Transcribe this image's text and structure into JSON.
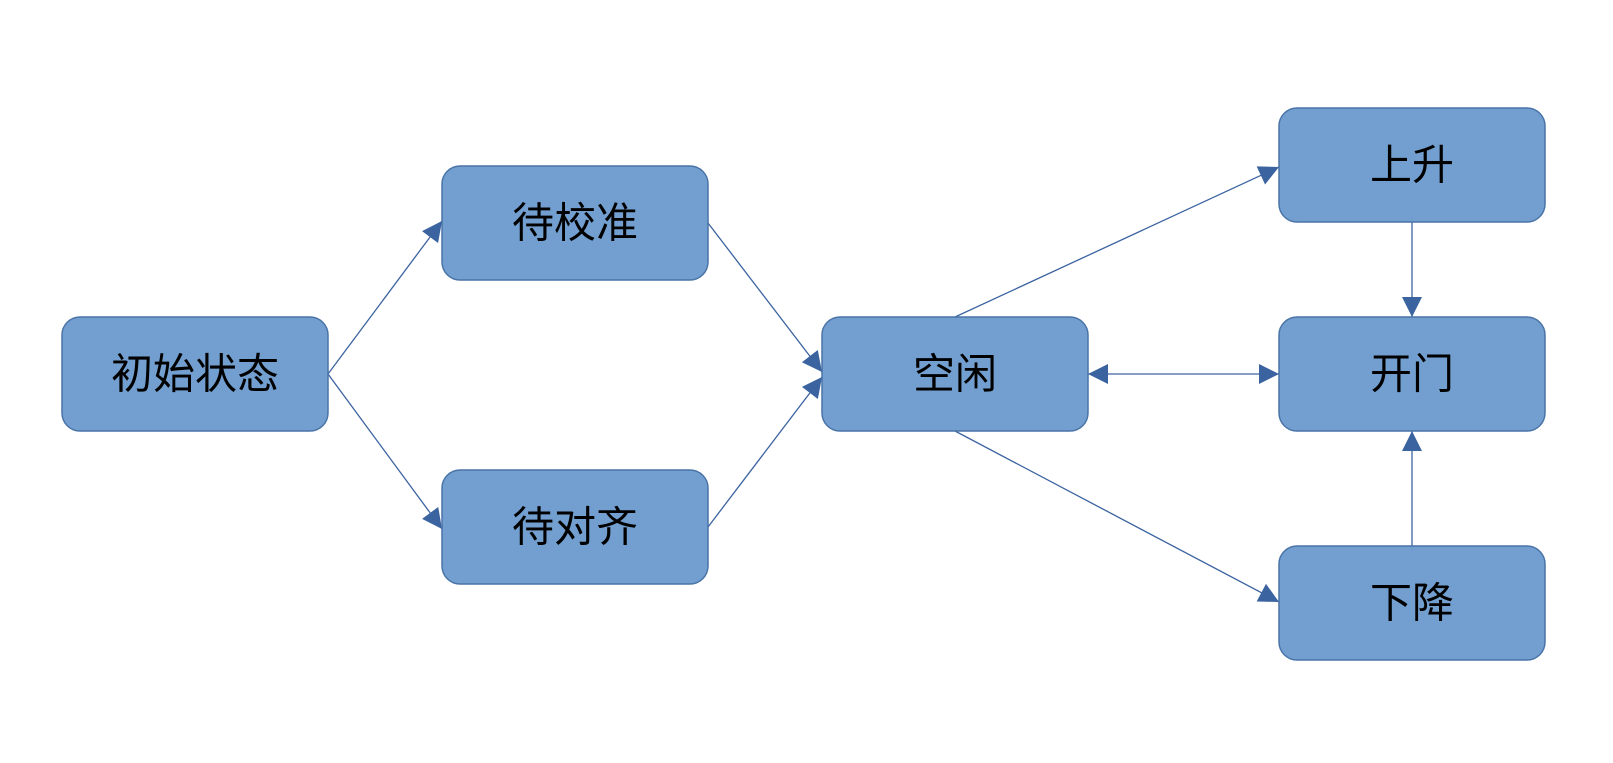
{
  "colors": {
    "node_fill": "#729fcf",
    "node_stroke": "#4a74a8",
    "edge_stroke": "#3b63a0",
    "label_text": "#000000",
    "background": "#ffffff"
  },
  "nodes": [
    {
      "id": "initial",
      "label": "初始状态"
    },
    {
      "id": "pending-calibration",
      "label": "待校准"
    },
    {
      "id": "pending-alignment",
      "label": "待对齐"
    },
    {
      "id": "idle",
      "label": "空闲"
    },
    {
      "id": "ascend",
      "label": "上升"
    },
    {
      "id": "open-door",
      "label": "开门"
    },
    {
      "id": "descend",
      "label": "下降"
    }
  ],
  "edges": [
    {
      "from": "initial",
      "to": "pending-calibration",
      "bidirectional": false
    },
    {
      "from": "initial",
      "to": "pending-alignment",
      "bidirectional": false
    },
    {
      "from": "pending-calibration",
      "to": "idle",
      "bidirectional": false
    },
    {
      "from": "pending-alignment",
      "to": "idle",
      "bidirectional": false
    },
    {
      "from": "idle",
      "to": "ascend",
      "bidirectional": false
    },
    {
      "from": "idle",
      "to": "descend",
      "bidirectional": false
    },
    {
      "from": "idle",
      "to": "open-door",
      "bidirectional": true
    },
    {
      "from": "ascend",
      "to": "open-door",
      "bidirectional": false
    },
    {
      "from": "descend",
      "to": "open-door",
      "bidirectional": false
    }
  ]
}
